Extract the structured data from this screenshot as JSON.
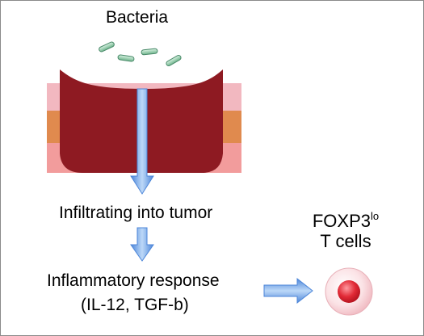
{
  "labels": {
    "bacteria": "Bacteria",
    "infiltrating": "Infiltrating into tumor",
    "inflammatory_line1": "Inflammatory response",
    "inflammatory_line2": "(IL-12, TGF-b)",
    "cell_main": "FOXP3",
    "cell_superscript": "lo",
    "cell_line2": "T cells"
  },
  "colors": {
    "border": "#8a8a8a",
    "tumor": "#8e1a22",
    "skin_top": "#f2b8c0",
    "skin_mid": "#e08a4e",
    "skin_bottom": "#f29c9c",
    "bacteria_fill": "#9fd8b4",
    "bacteria_stroke": "#4a8a6a",
    "arrow_light": "#bcd8f8",
    "arrow_dark": "#4d86d9",
    "cell_outer": "#f8d8dc",
    "cell_inner": "#e12a36"
  },
  "icons": [
    "bacterium-icon",
    "tumor-tissue",
    "arrow-down-icon",
    "arrow-right-icon",
    "t-cell-icon"
  ]
}
